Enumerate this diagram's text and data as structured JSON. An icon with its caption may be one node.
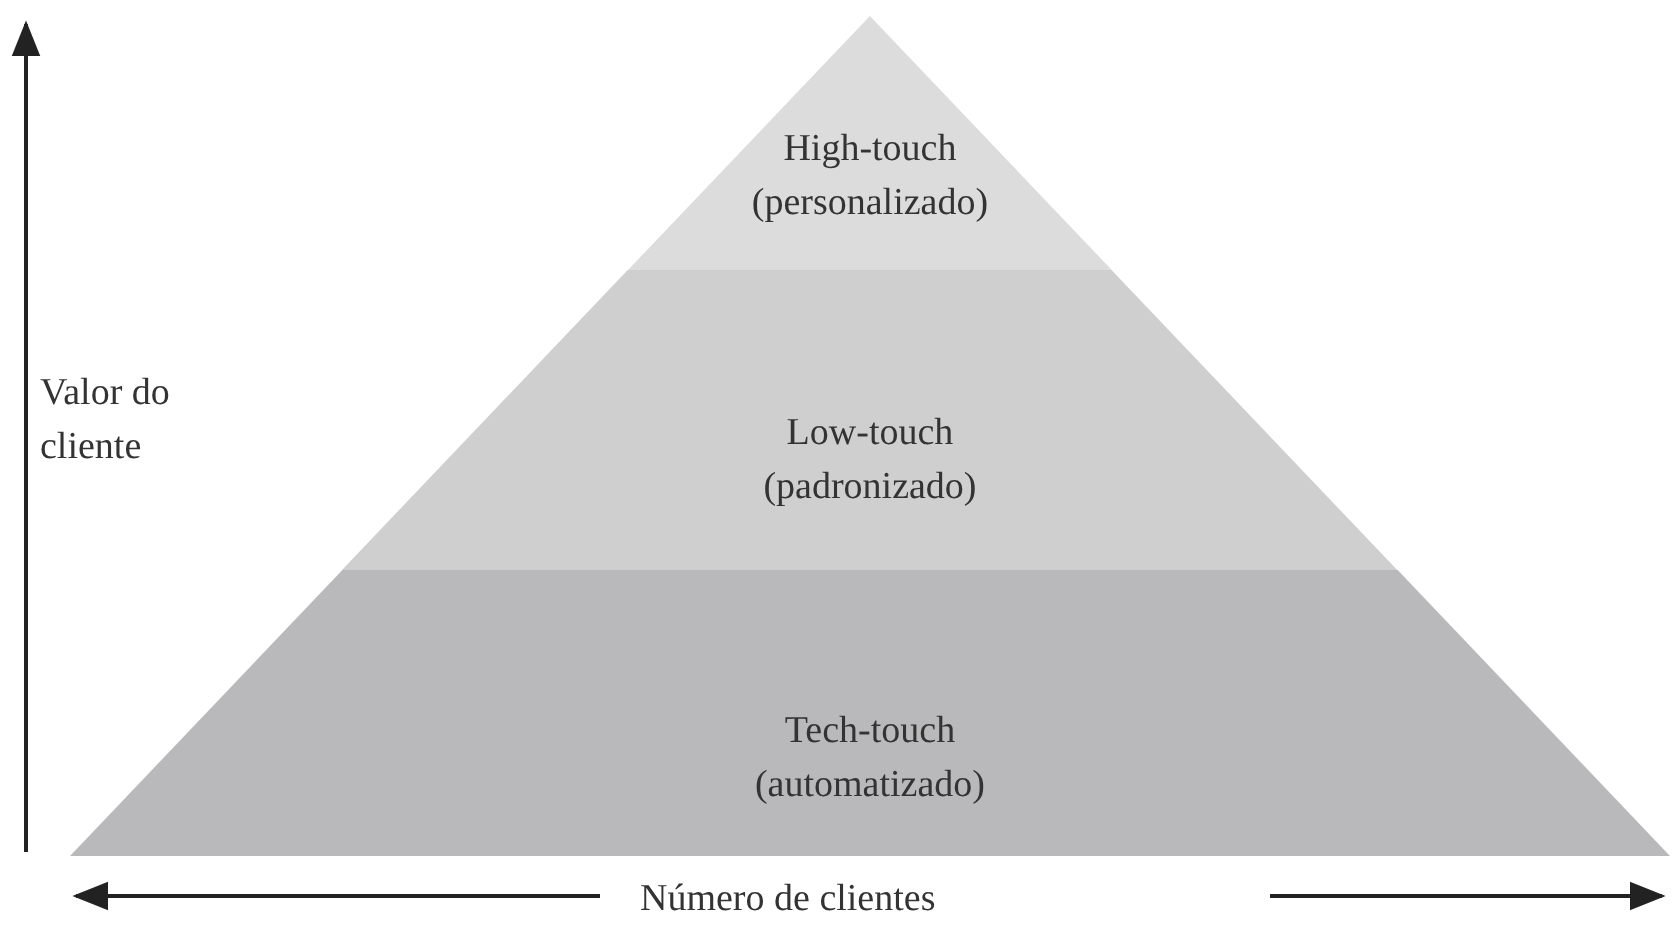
{
  "diagram": {
    "nodes": [
      {
        "text": [
          "High-touch (personalizado)"
        ]
      },
      {
        "text": [
          "Low-touch (padronizado)"
        ]
      },
      {
        "text": [
          "Tech-touch (automatizado)"
        ]
      }
    ],
    "labels": [
      "Valor do cliente",
      "Número de clientes"
    ]
  }
}
